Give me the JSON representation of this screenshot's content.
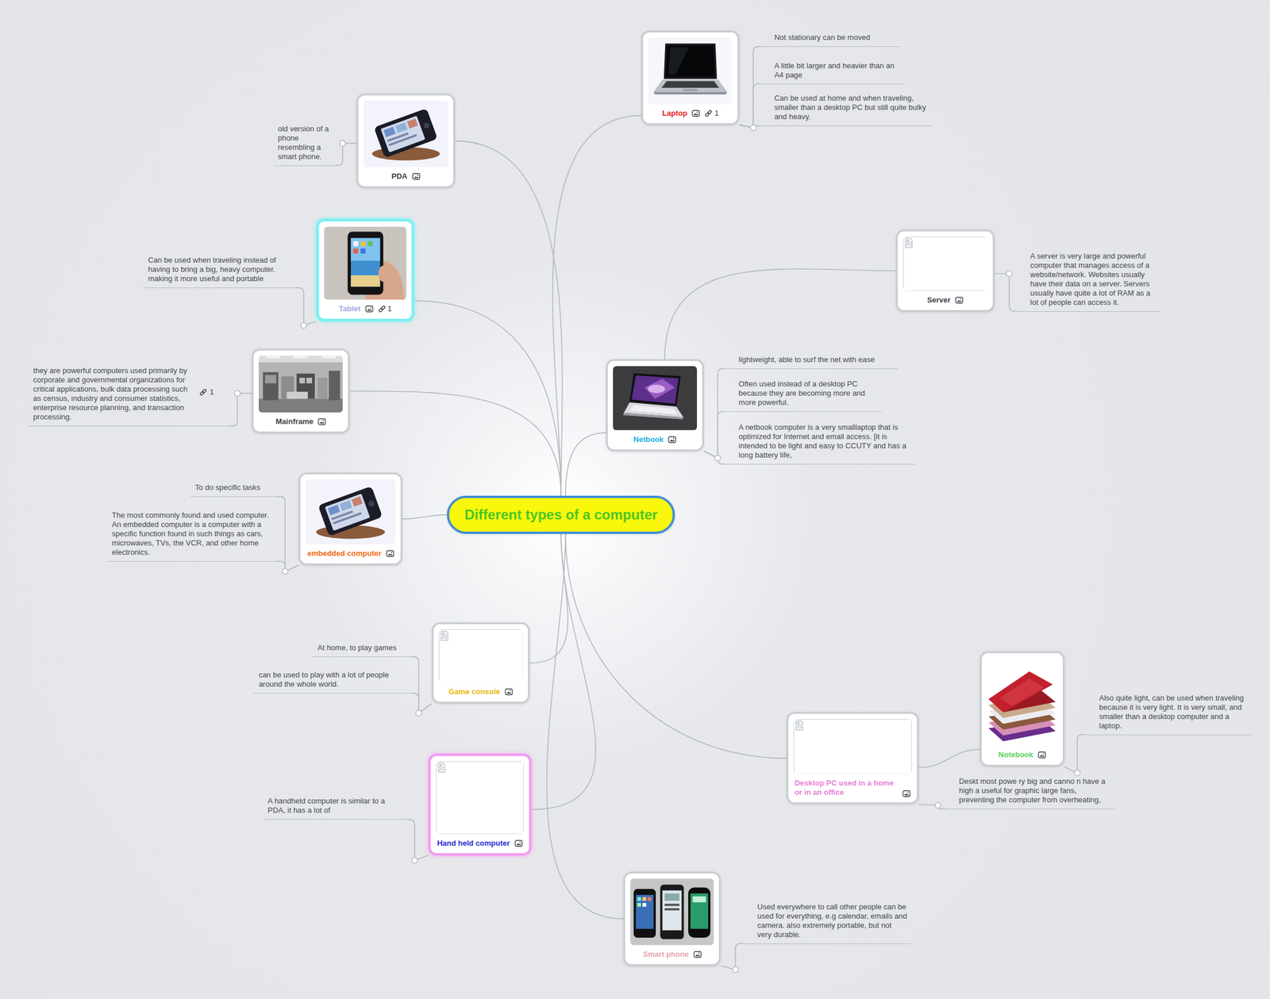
{
  "diagram": {
    "nodes": [
      {
        "text": [
          "Different types of a computer"
        ]
      },
      {
        "text": [
          "Laptop",
          "1"
        ]
      },
      {
        "text": [
          "Not stationary can be moved"
        ]
      },
      {
        "text": [
          "A little bit larger and heavier than an A4 page"
        ]
      },
      {
        "text": [
          "Can be used at home and when traveling, smaller than a desktop PC but still quite bulky and heavy."
        ]
      },
      {
        "text": [
          "PDA"
        ]
      },
      {
        "text": [
          "old version of a phone resembling a smart phone."
        ]
      },
      {
        "text": [
          "Tablet",
          "1"
        ]
      },
      {
        "text": [
          "Can be used when traveling instead of having to bring a big, heavy computer. making it more useful and portable"
        ]
      },
      {
        "text": [
          "Mainframe"
        ]
      },
      {
        "text": [
          "they are powerful computers used primarily by corporate and governmental organizations for critical applications, bulk data processing such as census, industry and consumer statistics, enterprise resource planning, and transaction processing."
        ]
      },
      {
        "text": [
          "embedded computer"
        ]
      },
      {
        "text": [
          "To do specific tasks"
        ]
      },
      {
        "text": [
          "The most commonly found and used computer. An embedded computer is a computer with a specific function found in such things as cars, microwaves, TVs, the VCR, and other home electronics."
        ]
      },
      {
        "text": [
          "Game console"
        ]
      },
      {
        "text": [
          "At home, to play games"
        ]
      },
      {
        "text": [
          "can be used to play with a lot of people around the whole world."
        ]
      },
      {
        "text": [
          "Hand held computer"
        ]
      },
      {
        "text": [
          "A handheld computer is similar to a PDA, it has a lot of"
        ]
      },
      {
        "text": [
          "Netbook"
        ]
      },
      {
        "text": [
          "lightweight, able to surf the net with ease"
        ]
      },
      {
        "text": [
          "Often used instead of a desktop PC because they are becoming more and more powerful."
        ]
      },
      {
        "text": [
          "A netbook computer is a very smalllaptop that is optimized for Internet and email access. [it is intended to be light and easy to CCUTY and has a long battery life,"
        ]
      },
      {
        "text": [
          "Server"
        ]
      },
      {
        "text": [
          "A server is very large and powerful computer that manages access of a website/network. Websites usually have their data on a server. Servers usually have quite a lot of RAM as a lot of people can access it."
        ]
      },
      {
        "text": [
          "Desktop PC used in a home or in an office"
        ]
      },
      {
        "text": [
          "Deskt most powe ry big and canno n have a high a useful for graphic large fans, preventing the computer from overheating,"
        ]
      },
      {
        "text": [
          "Notebook"
        ]
      },
      {
        "text": [
          "Also quite light, can be used when traveling because it is very light. It is very small, and smaller than a desktop computer and a laptop."
        ]
      },
      {
        "text": [
          "Smart phone"
        ]
      },
      {
        "text": [
          "Used everywhere to call other people can be used for everything, e.g calendar, emails and camera. also extremely portable, but not very durable."
        ]
      }
    ],
    "edges": [
      {
        "from": 0,
        "to": 1,
        "arrow": "none"
      },
      {
        "from": 1,
        "to": 2,
        "arrow": "none"
      },
      {
        "from": 1,
        "to": 3,
        "arrow": "none"
      },
      {
        "from": 1,
        "to": 4,
        "arrow": "none"
      },
      {
        "from": 0,
        "to": 5,
        "arrow": "none"
      },
      {
        "from": 5,
        "to": 6,
        "arrow": "none"
      },
      {
        "from": 0,
        "to": 7,
        "arrow": "none"
      },
      {
        "from": 7,
        "to": 8,
        "arrow": "none"
      },
      {
        "from": 0,
        "to": 9,
        "arrow": "none"
      },
      {
        "from": 9,
        "to": 10,
        "arrow": "none"
      },
      {
        "from": 0,
        "to": 11,
        "arrow": "none"
      },
      {
        "from": 11,
        "to": 12,
        "arrow": "none"
      },
      {
        "from": 11,
        "to": 13,
        "arrow": "none"
      },
      {
        "from": 0,
        "to": 14,
        "arrow": "none"
      },
      {
        "from": 14,
        "to": 15,
        "arrow": "none"
      },
      {
        "from": 14,
        "to": 16,
        "arrow": "none"
      },
      {
        "from": 0,
        "to": 17,
        "arrow": "none"
      },
      {
        "from": 17,
        "to": 18,
        "arrow": "none"
      },
      {
        "from": 0,
        "to": 19,
        "arrow": "none"
      },
      {
        "from": 19,
        "to": 20,
        "arrow": "none"
      },
      {
        "from": 19,
        "to": 21,
        "arrow": "none"
      },
      {
        "from": 19,
        "to": 22,
        "arrow": "none"
      },
      {
        "from": 19,
        "to": 23,
        "arrow": "none"
      },
      {
        "from": 23,
        "to": 24,
        "arrow": "none"
      },
      {
        "from": 0,
        "to": 25,
        "arrow": "none"
      },
      {
        "from": 25,
        "to": 26,
        "arrow": "none"
      },
      {
        "from": 25,
        "to": 27,
        "arrow": "none"
      },
      {
        "from": 27,
        "to": 28,
        "arrow": "none"
      },
      {
        "from": 0,
        "to": 29,
        "arrow": "none"
      },
      {
        "from": 29,
        "to": 30,
        "arrow": "none"
      }
    ],
    "labels": [
      "1"
    ]
  }
}
